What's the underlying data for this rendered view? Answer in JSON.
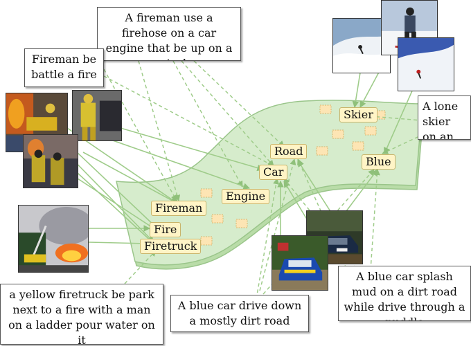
{
  "captions": {
    "fireman_firehose": "A fireman use a firehose on a car engine that be up on a carjack",
    "fireman_battle": "Fireman be battle a fire",
    "lone_skier": "A lone skier on an empty hill",
    "yellow_firetruck": "a yellow firetruck be park next to a fire with a man on a ladder pour water on it",
    "blue_car_dirt": "A blue car drive down a mostly dirt road",
    "blue_car_splash": "A blue car splash mud on a dirt road while drive through a puddle"
  },
  "concepts": {
    "skier": "Skier",
    "road": "Road",
    "car": "Car",
    "blue": "Blue",
    "engine": "Engine",
    "fireman": "Fireman",
    "fire": "Fire",
    "firetruck": "Firetruck"
  },
  "colors": {
    "manifold_fill": "#d6eccc",
    "manifold_edge": "#9ac58a",
    "arrow": "#9fcc8a",
    "concept_fill": "#fff4c6",
    "placeholder_fill": "#fde5b4"
  }
}
